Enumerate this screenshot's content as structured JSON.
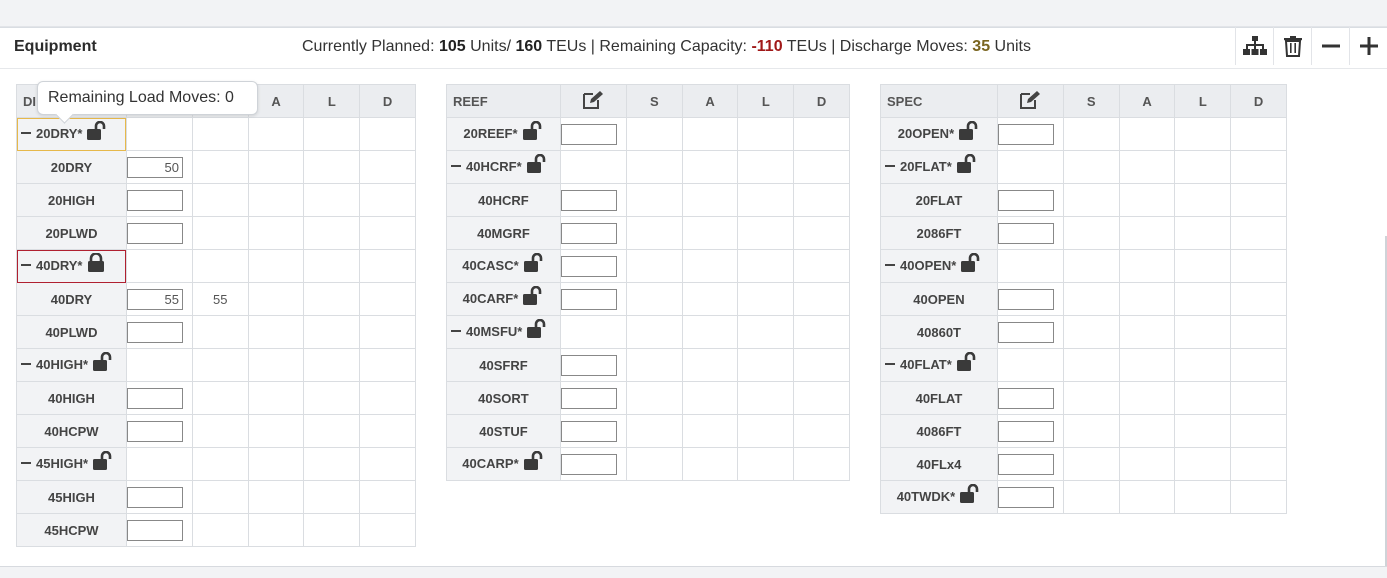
{
  "header": {
    "title": "Equipment",
    "stats": {
      "planned_label": "Currently Planned: ",
      "planned_units": "105",
      "units_label": " Units/ ",
      "planned_teus": "160",
      "teus_label": " TEUs | Remaining Capacity: ",
      "remaining": "-110",
      "remaining_suffix": " TEUs | Discharge Moves: ",
      "discharge": "35",
      "discharge_suffix": " Units"
    },
    "toolbar": [
      "hierarchy-icon",
      "trash-icon",
      "minus-icon",
      "plus-icon"
    ]
  },
  "tooltip": "Remaining Load Moves: 0",
  "columns": {
    "dry_first": "DI",
    "s": "S",
    "a": "A",
    "l": "L",
    "d": "D"
  },
  "dry": {
    "rows": [
      {
        "label": "20DRY*",
        "group": true,
        "lock": "unlocked",
        "highlight": "yellow"
      },
      {
        "label": "20DRY",
        "value": "50"
      },
      {
        "label": "20HIGH",
        "value": ""
      },
      {
        "label": "20PLWD",
        "value": ""
      },
      {
        "label": "40DRY*",
        "group": true,
        "lock": "locked",
        "highlight": "red"
      },
      {
        "label": "40DRY",
        "value": "55",
        "s": "55"
      },
      {
        "label": "40PLWD",
        "value": ""
      },
      {
        "label": "40HIGH*",
        "group": true,
        "lock": "unlocked"
      },
      {
        "label": "40HIGH",
        "value": ""
      },
      {
        "label": "40HCPW",
        "value": ""
      },
      {
        "label": "45HIGH*",
        "group": true,
        "lock": "unlocked"
      },
      {
        "label": "45HIGH",
        "value": ""
      },
      {
        "label": "45HCPW",
        "value": ""
      }
    ]
  },
  "reef": {
    "title": "REEF",
    "rows": [
      {
        "label": "20REEF*",
        "lock": "unlocked",
        "input": true
      },
      {
        "label": "40HCRF*",
        "group": true,
        "lock": "unlocked"
      },
      {
        "label": "40HCRF",
        "input": true
      },
      {
        "label": "40MGRF",
        "input": true
      },
      {
        "label": "40CASC*",
        "lock": "unlocked",
        "input": true
      },
      {
        "label": "40CARF*",
        "lock": "unlocked",
        "input": true
      },
      {
        "label": "40MSFU*",
        "group": true,
        "lock": "unlocked"
      },
      {
        "label": "40SFRF",
        "input": true
      },
      {
        "label": "40SORT",
        "input": true
      },
      {
        "label": "40STUF",
        "input": true
      },
      {
        "label": "40CARP*",
        "lock": "unlocked",
        "input": true
      }
    ]
  },
  "spec": {
    "title": "SPEC",
    "rows": [
      {
        "label": "20OPEN*",
        "lock": "unlocked",
        "input": true
      },
      {
        "label": "20FLAT*",
        "group": true,
        "lock": "unlocked"
      },
      {
        "label": "20FLAT",
        "input": true
      },
      {
        "label": "2086FT",
        "input": true
      },
      {
        "label": "40OPEN*",
        "group": true,
        "lock": "unlocked"
      },
      {
        "label": "40OPEN",
        "input": true
      },
      {
        "label": "40860T",
        "input": true
      },
      {
        "label": "40FLAT*",
        "group": true,
        "lock": "unlocked"
      },
      {
        "label": "40FLAT",
        "input": true
      },
      {
        "label": "4086FT",
        "input": true
      },
      {
        "label": "40FLx4",
        "input": true
      },
      {
        "label": "40TWDK*",
        "lock": "unlocked",
        "input": true
      }
    ]
  },
  "colors": {
    "negative": "#a01818",
    "discharge": "#7a6520",
    "selected_yellow": "#e6b84a",
    "selected_red": "#b02030"
  }
}
